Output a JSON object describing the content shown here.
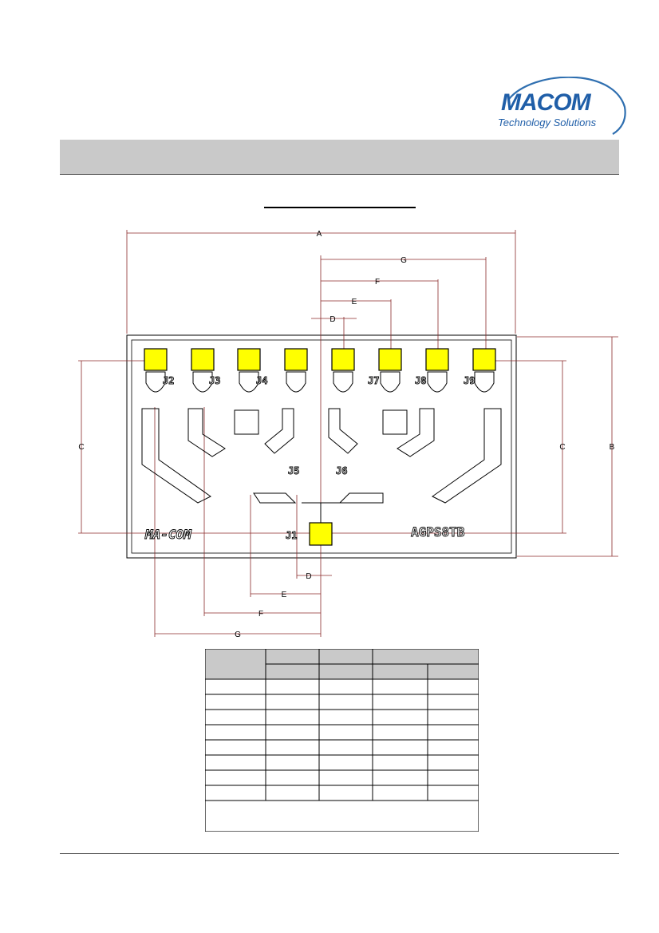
{
  "logo": {
    "brand": "MACOM",
    "tagline": "Technology Solutions"
  },
  "drawing": {
    "dimension_labels": [
      "A",
      "B",
      "C",
      "D",
      "E",
      "F",
      "G"
    ],
    "connectors": [
      "J1",
      "J2",
      "J3",
      "J4",
      "J5",
      "J6",
      "J7",
      "J8",
      "J9"
    ],
    "board_brand": "MA-COM",
    "board_part": "AGPS8TB",
    "pad_color": "#ffff00"
  },
  "table": {
    "rows": 8
  }
}
